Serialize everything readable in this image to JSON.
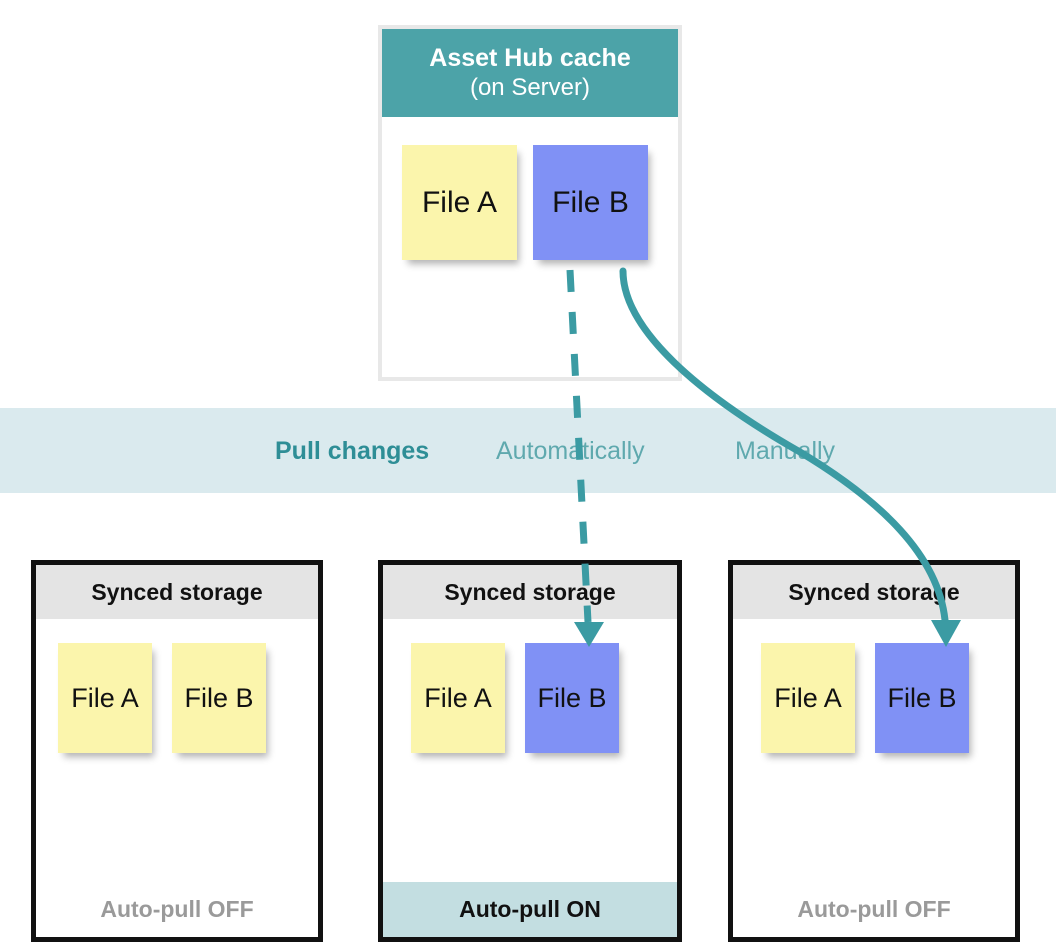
{
  "diagram": {
    "title_semantic": "asset-hub-pull-changes-diagram"
  },
  "cache": {
    "title": "Asset Hub cache",
    "subtitle": "(on Server)",
    "header_color": "#4ca3a8",
    "files": [
      {
        "label": "File A",
        "color": "#fbf5ac",
        "state": "unchanged"
      },
      {
        "label": "File B",
        "color": "#8091f5",
        "state": "changed"
      }
    ]
  },
  "band": {
    "background": "#daeaee",
    "label": "Pull changes",
    "label_color": "#2e8e96",
    "modes": [
      {
        "label": "Automatically",
        "color": "#5fa9ae",
        "arrow": "dashed"
      },
      {
        "label": "Manually",
        "color": "#5fa9ae",
        "arrow": "curved-solid"
      }
    ]
  },
  "storages": [
    {
      "header": "Synced storage",
      "footer": "Auto-pull OFF",
      "footer_state": "off",
      "footer_color": "#9a9a9a",
      "files": [
        {
          "label": "File A",
          "color": "#fbf5ac"
        },
        {
          "label": "File B",
          "color": "#fbf5ac"
        }
      ]
    },
    {
      "header": "Synced storage",
      "footer": "Auto-pull ON",
      "footer_state": "on",
      "footer_color": "#111111",
      "footer_background": "#c3dee1",
      "files": [
        {
          "label": "File A",
          "color": "#fbf5ac"
        },
        {
          "label": "File B",
          "color": "#8091f5"
        }
      ]
    },
    {
      "header": "Synced storage",
      "footer": "Auto-pull OFF",
      "footer_state": "off",
      "footer_color": "#9a9a9a",
      "files": [
        {
          "label": "File A",
          "color": "#fbf5ac"
        },
        {
          "label": "File B",
          "color": "#8091f5"
        }
      ]
    }
  ],
  "arrow_color": "#3b9ba3"
}
